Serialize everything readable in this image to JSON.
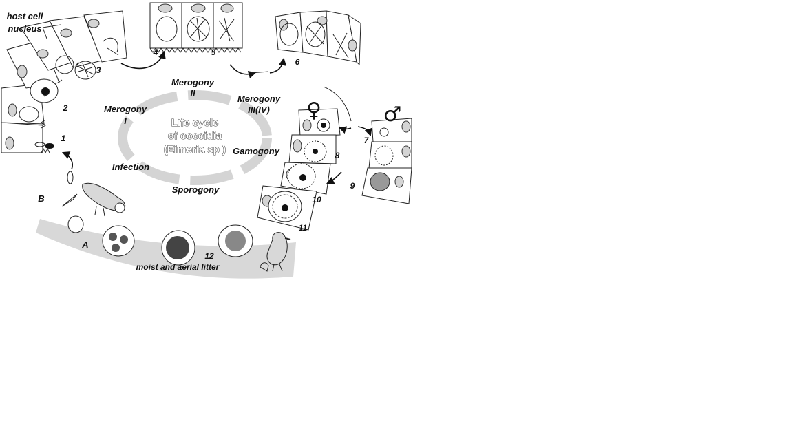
{
  "center": {
    "line1": "Life cycle",
    "line2": "of coccidia",
    "line3": "(Eimeria sp.)"
  },
  "phases": {
    "merogony1": [
      "Merogony",
      "I"
    ],
    "merogony2": [
      "Merogony",
      "II"
    ],
    "merogony3": [
      "Merogony",
      "III(IV)"
    ],
    "gamogony": "Gamogony",
    "sporogony": "Sporogony",
    "infection": "Infection"
  },
  "host_label": [
    "host cell",
    "nucleus"
  ],
  "stages": [
    "1",
    "2",
    "3",
    "4",
    "5",
    "6",
    "7",
    "8",
    "9",
    "10",
    "11",
    "12"
  ],
  "letters": {
    "a": "A",
    "b": "B"
  },
  "litter": "moist and aerial litter",
  "symbols": {
    "female": "♀",
    "male": "♂"
  },
  "colors": {
    "ring": "#d4d4d4",
    "band": "#d8d8d8",
    "nucleus": "#d4d4d4",
    "ink": "#111111"
  }
}
